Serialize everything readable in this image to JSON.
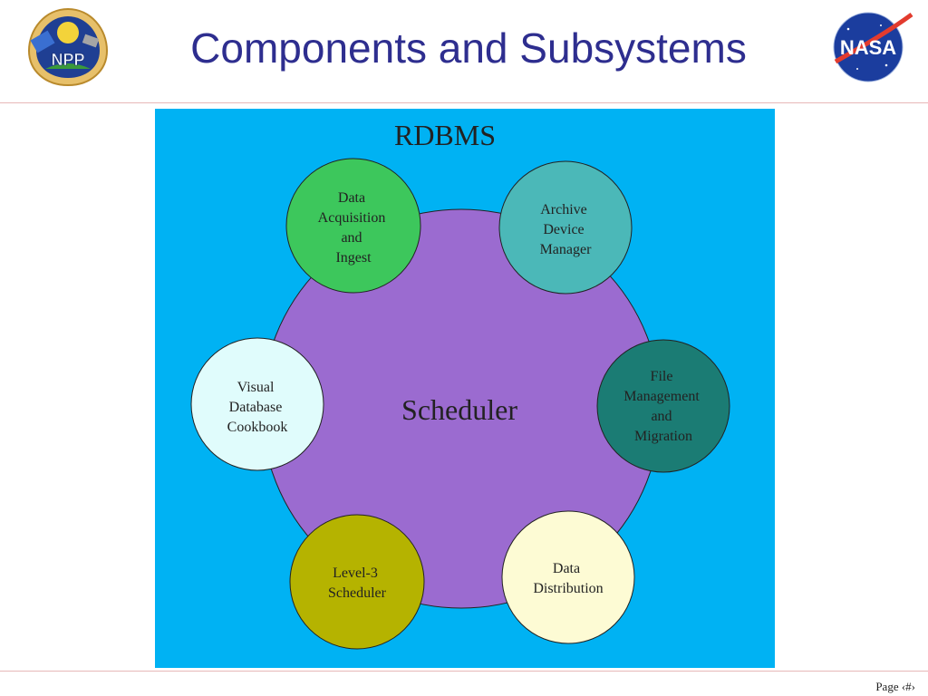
{
  "slide": {
    "title": "Components and Subsystems",
    "footer": "Page ‹#›"
  },
  "logos": {
    "left": "NPP",
    "right": "NASA"
  },
  "diagram": {
    "container_label": "RDBMS",
    "center_label": "Scheduler",
    "components": [
      {
        "id": "data-acquisition",
        "lines": [
          "Data",
          "Acquisition",
          "and",
          "Ingest"
        ],
        "color": "#3dc75c"
      },
      {
        "id": "archive-device-manager",
        "lines": [
          "Archive",
          "Device",
          "Manager"
        ],
        "color": "#4bb8b8"
      },
      {
        "id": "file-management",
        "lines": [
          "File",
          "Management",
          "and",
          "Migration"
        ],
        "color": "#1b7c74"
      },
      {
        "id": "data-distribution",
        "lines": [
          "Data",
          "Distribution"
        ],
        "color": "#fdfbd4"
      },
      {
        "id": "level3-scheduler",
        "lines": [
          "Level-3",
          "Scheduler"
        ],
        "color": "#b5b300"
      },
      {
        "id": "visual-database-cookbook",
        "lines": [
          "Visual",
          "Database",
          "Cookbook"
        ],
        "color": "#e0fcfc"
      }
    ],
    "colors": {
      "background": "#00b2f3",
      "center": "#9b6bd0"
    }
  }
}
